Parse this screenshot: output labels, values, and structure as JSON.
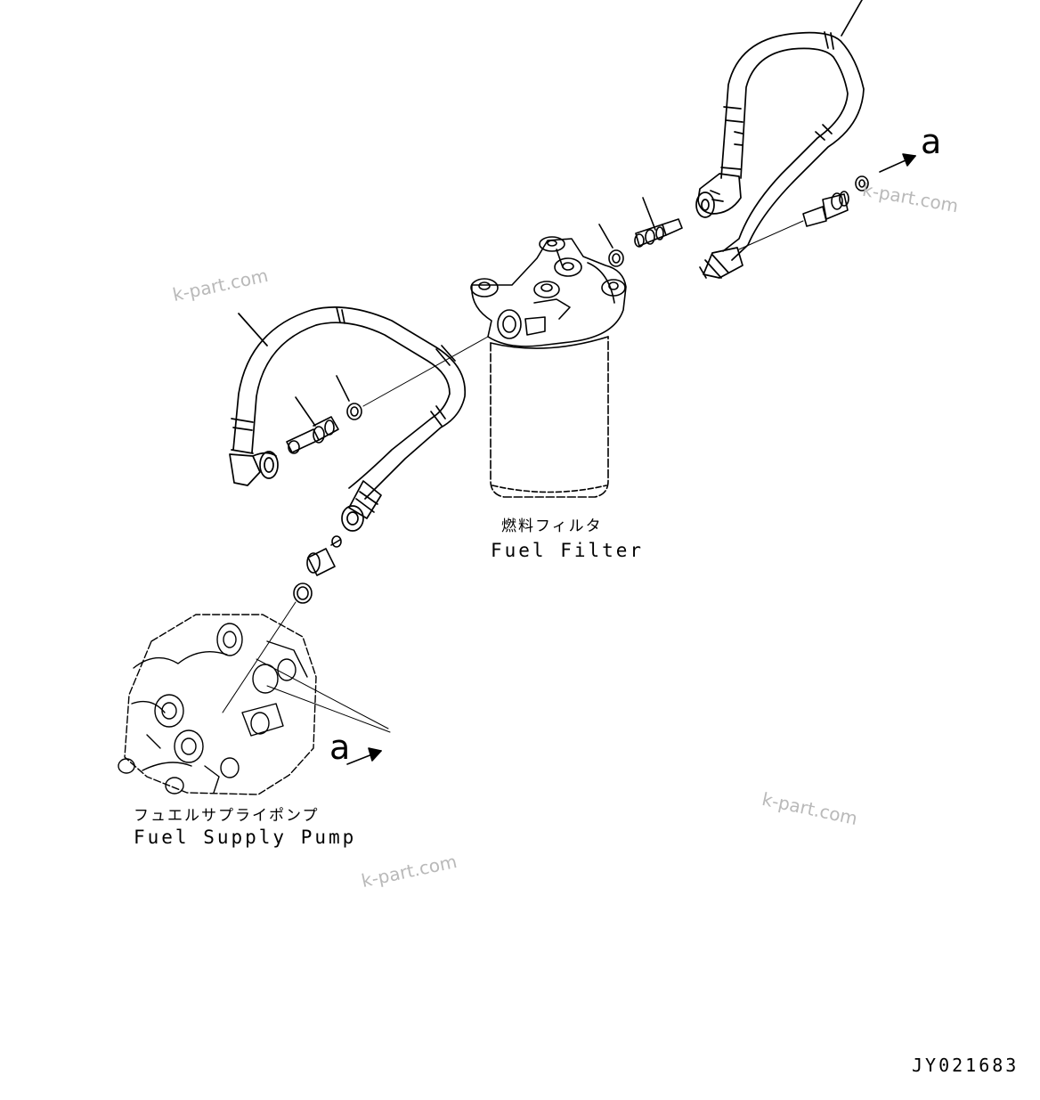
{
  "labels": {
    "fuel_filter_jp": "燃料フィルタ",
    "fuel_filter_en": "Fuel Filter",
    "supply_pump_jp": "フュエルサプライポンプ",
    "supply_pump_en": "Fuel Supply Pump"
  },
  "arrows": {
    "a_top": "a",
    "a_bottom": "a"
  },
  "watermark": "k-part.com",
  "drawing_number": "JY021683",
  "colors": {
    "line": "#000000",
    "watermark": "#b9b9b9",
    "background": "#ffffff"
  }
}
